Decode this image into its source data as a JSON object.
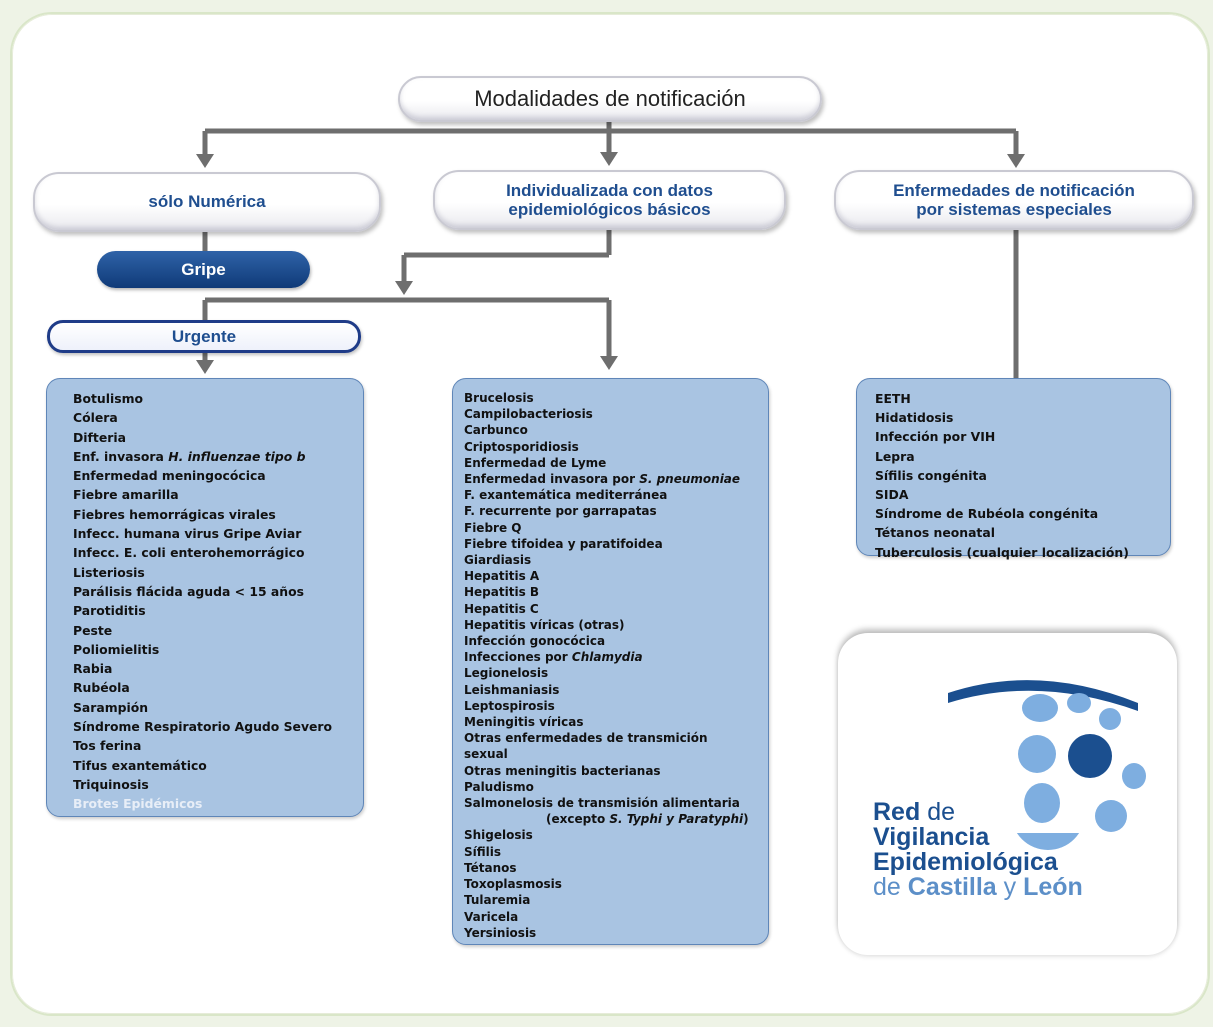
{
  "diagram": {
    "title": "Modalidades de notificación",
    "branches": {
      "numeric": "sólo Numérica",
      "individual_line1": "Individualizada con datos",
      "individual_line2": "epidemiológicos básicos",
      "special_line1": "Enfermedades de notificación",
      "special_line2": "por sistemas especiales"
    },
    "gripe": "Gripe",
    "urgent": "Urgente",
    "urgent_list": [
      "Botulismo",
      "Cólera",
      "Difteria",
      "Enf. invasora ",
      "Enfermedad meningocócica",
      "Fiebre amarilla",
      "Fiebres hemorrágicas virales",
      "Infecc. humana virus Gripe Aviar",
      "Infecc. E. coli enterohemorrágico",
      "Listeriosis",
      "Parálisis flácida aguda < 15 años",
      "Parotiditis",
      "Peste",
      "Poliomielitis",
      "Rabia",
      "Rubéola",
      "Sarampión",
      "Síndrome Respiratorio Agudo Severo",
      "Tos ferina",
      "Tifus exantemático",
      "Triquinosis",
      "Brotes Epidémicos"
    ],
    "urgent_italic_hib": "H. influenzae tipo b",
    "individual_list": [
      "Brucelosis",
      "Campilobacteriosis",
      "Carbunco",
      "Criptosporidiosis",
      "Enfermedad de Lyme",
      "Enfermedad invasora por ",
      "F. exantemática mediterránea",
      "F. recurrente por garrapatas",
      "Fiebre Q",
      "Fiebre tifoidea y paratifoidea",
      "Giardiasis",
      "Hepatitis A",
      "Hepatitis B",
      "Hepatitis C",
      "Hepatitis víricas (otras)",
      "Infección gonocócica",
      "Infecciones por ",
      "Legionelosis",
      "Leishmaniasis",
      "Leptospirosis",
      "Meningitis víricas",
      "Otras enfermedades de transmición",
      "sexual",
      "Otras meningitis bacterianas",
      "Paludismo",
      "Salmonelosis de transmisión alimentaria",
      "(excepto ",
      "Shigelosis",
      "Sífilis",
      "Tétanos",
      "Toxoplasmosis",
      "Tularemia",
      "Varicela",
      "Yersiniosis"
    ],
    "italic_pneumoniae": "S. pneumoniae",
    "italic_chlamydia": "Chlamydia",
    "italic_typhi": "S. Typhi y Paratyphi",
    "closing_paren": ")",
    "special_list": [
      "EETH",
      "Hidatidosis",
      "Infección por VIH",
      "Lepra",
      "Sífilis congénita",
      "SIDA",
      "Síndrome de Rubéola congénita",
      "Tétanos neonatal",
      "Tuberculosis (cualquier localización)"
    ]
  },
  "logo": {
    "word_red": "Red",
    "word_de": "de",
    "word_vigilancia": "Vigilancia",
    "word_epidemiologica": "Epidemiológica",
    "word_de2": "de",
    "word_castilla": "Castilla",
    "word_y": "y",
    "word_leon": "León"
  },
  "colors": {
    "navy": "#1b4f8f",
    "light_blue": "#7eaee0",
    "box_fill": "#a9c4e2",
    "connector": "#6e6e6e"
  }
}
